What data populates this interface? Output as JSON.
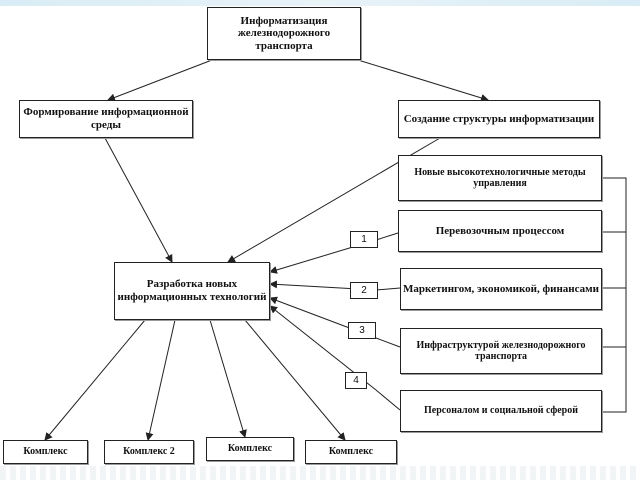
{
  "boxes": {
    "root": "Информатизация железнодорожного транспорта",
    "formation": "Формирование информационной среды",
    "structure": "Создание структуры информатизации",
    "methods": "Новые высокотехнологичные методы управления",
    "transport": "Перевозочным процессом",
    "marketing": "Маркетингом, экономикой, финансами",
    "infrastructure": "Инфраструктурой железнодорожного транспорта",
    "personnel": "Персоналом и социальной сферой",
    "development": "Разработка новых информационных технологий",
    "complex1": "Комплекс",
    "complex2": "Комплекс 2",
    "complex3": "Комплекс",
    "complex4": "Комплекс"
  },
  "numbers": {
    "n1": "1",
    "n2": "2",
    "n3": "3",
    "n4": "4"
  }
}
